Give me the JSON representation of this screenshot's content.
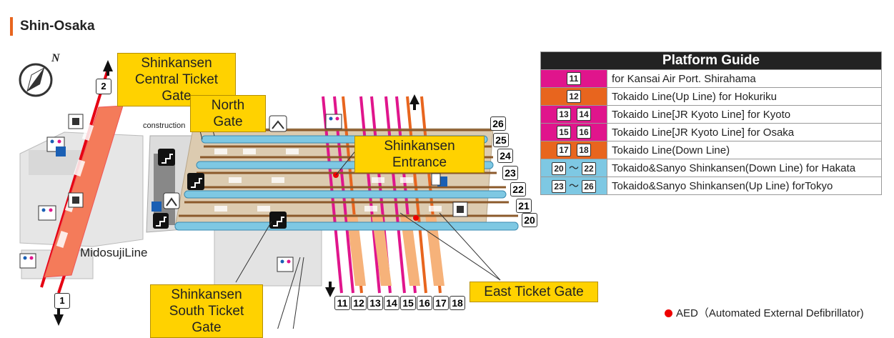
{
  "page": {
    "title": "Shin-Osaka"
  },
  "colors": {
    "accent": "#e8651e",
    "callout": "#ffd200",
    "kansai_pink": "#e0158c",
    "tokaido_orange": "#e8651e",
    "shinkansen_blue": "#7ec8e3",
    "jr_red": "#e60012"
  },
  "map": {
    "construction_label": "construction",
    "line_label": "MidosujiLine",
    "midosuji_exits": [
      "2",
      "1"
    ],
    "callouts": {
      "shinkansen_central": "Shinkansen Central Ticket Gate",
      "north_gate": "North Gate",
      "shinkansen_entrance": "Shinkansen Entrance",
      "shinkansen_south": "Shinkansen South Ticket Gate",
      "east_gate": "East Ticket Gate"
    },
    "shinkansen_platforms": [
      "26",
      "25",
      "24",
      "23",
      "22",
      "21",
      "20"
    ],
    "conventional_platforms": [
      "11",
      "12",
      "13",
      "14",
      "15",
      "16",
      "17",
      "18"
    ]
  },
  "guide": {
    "title": "Platform Guide",
    "rows": [
      {
        "nums": [
          "11"
        ],
        "range": false,
        "color": "#e0158c",
        "desc": "for Kansai Air Port. Shirahama"
      },
      {
        "nums": [
          "12"
        ],
        "range": false,
        "color": "#e8651e",
        "desc": "Tokaido Line(Up Line) for Hokuriku"
      },
      {
        "nums": [
          "13",
          "14"
        ],
        "range": false,
        "color": "#e0158c",
        "desc": "Tokaido Line[JR Kyoto Line] for Kyoto"
      },
      {
        "nums": [
          "15",
          "16"
        ],
        "range": false,
        "color": "#e0158c",
        "desc": "Tokaido Line[JR Kyoto Line] for Osaka"
      },
      {
        "nums": [
          "17",
          "18"
        ],
        "range": false,
        "color": "#e8651e",
        "desc": "Tokaido Line(Down Line)"
      },
      {
        "nums": [
          "20",
          "22"
        ],
        "range": true,
        "color": "#7ec8e3",
        "desc": "Tokaido&Sanyo Shinkansen(Down Line) for Hakata"
      },
      {
        "nums": [
          "23",
          "26"
        ],
        "range": true,
        "color": "#7ec8e3",
        "desc": "Tokaido&Sanyo Shinkansen(Up Line) forTokyo"
      }
    ],
    "range_sep": "～"
  },
  "legend": {
    "aed": "AED（Automated External Defibrillator)"
  }
}
